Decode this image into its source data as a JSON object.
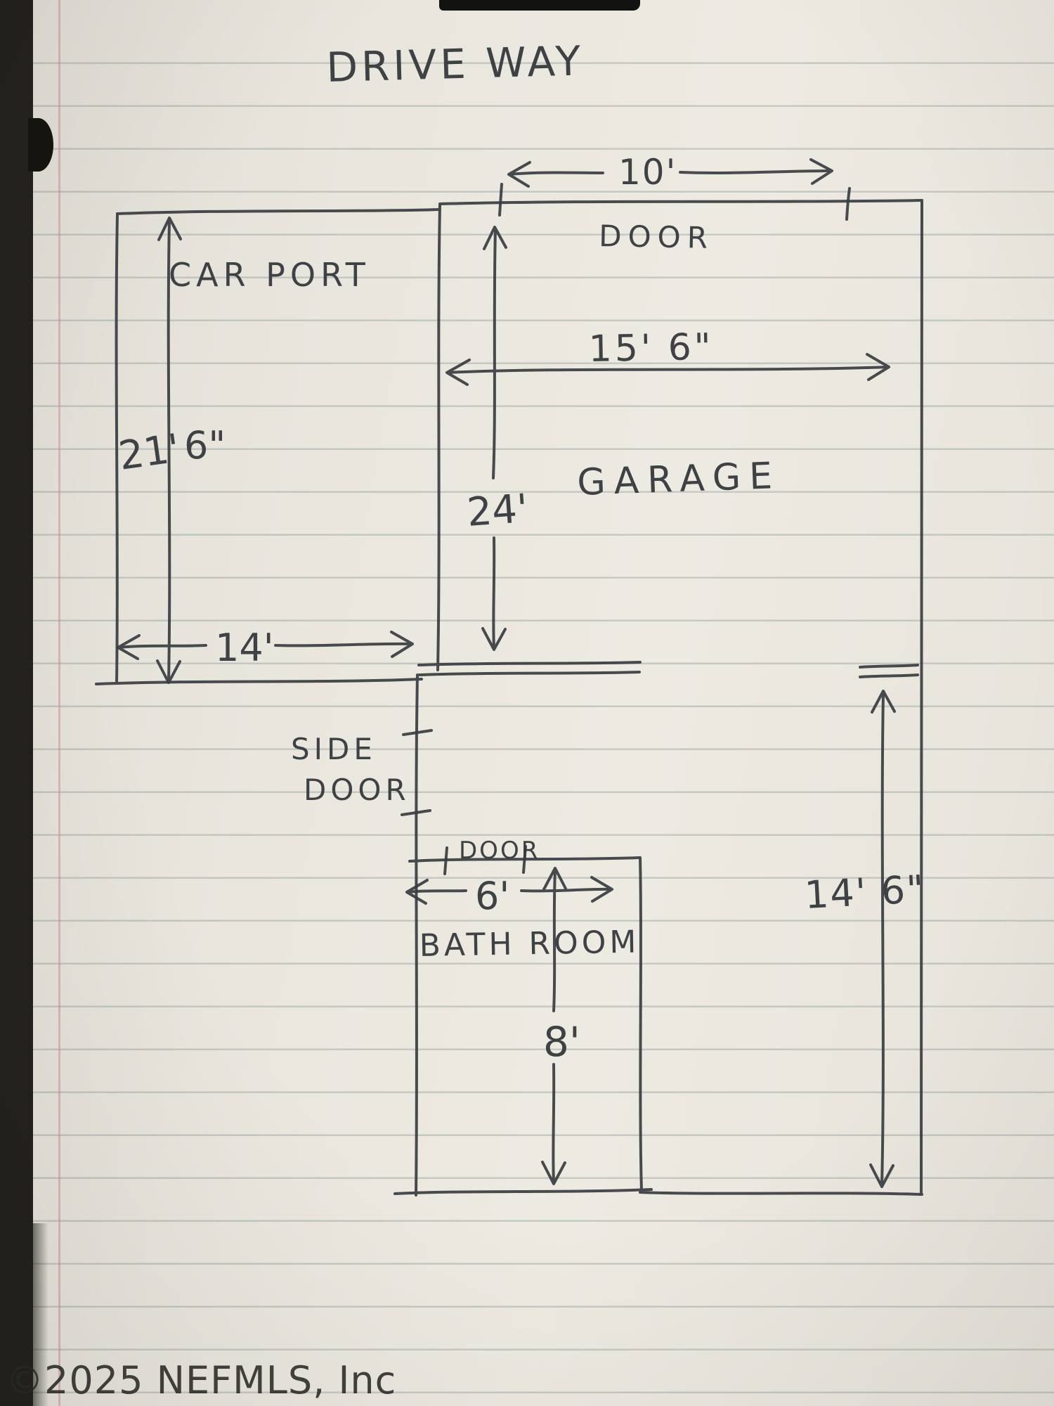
{
  "title": "DRIVE WAY",
  "watermark": "©2025 NEFMLS, Inc",
  "colors": {
    "ink": "#3a3d41",
    "paper": "#e9e6de",
    "margin_line": "#cc7f92",
    "ruled_line": "#7c8c89"
  },
  "garage": {
    "label": "GARAGE",
    "width": "15' 6\"",
    "depth": "24'",
    "right_depth": "14' 6\"",
    "door": {
      "label": "DOOR",
      "width": "10'"
    }
  },
  "carport": {
    "label": "CAR PORT",
    "depth_ft": "21'",
    "depth_in": "6\"",
    "width": "14'"
  },
  "side_door": {
    "line1": "SIDE",
    "line2": "DOOR"
  },
  "bathroom": {
    "label": "BATH ROOM",
    "width": "6'",
    "depth": "8'",
    "door": {
      "label": "DOOR"
    }
  }
}
